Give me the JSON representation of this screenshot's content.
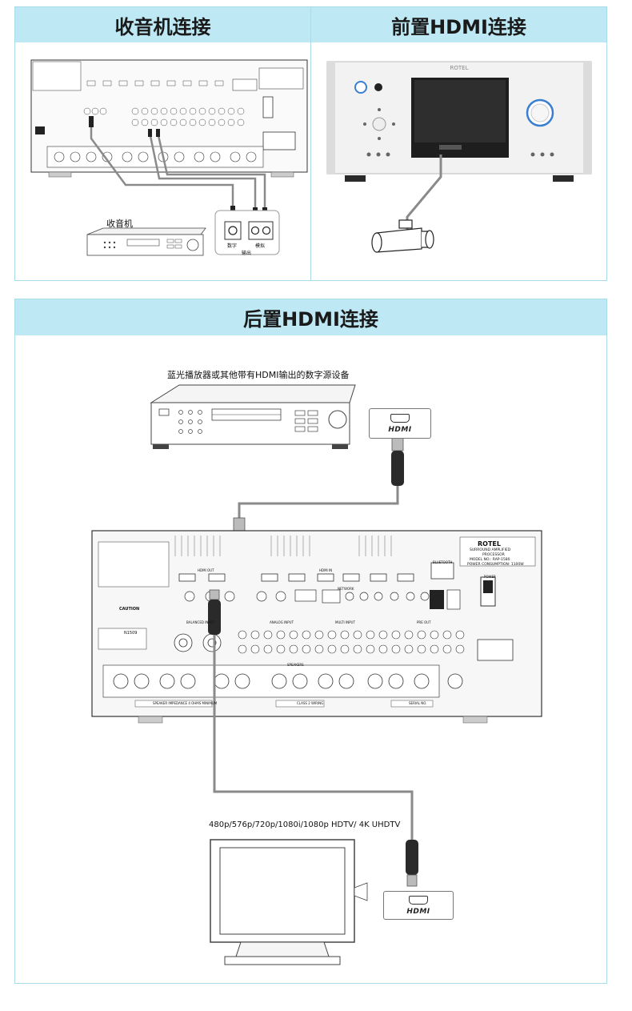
{
  "sections": {
    "radio": {
      "title": "收音机连接",
      "device_label": "收音机",
      "jack_labels": [
        "数字",
        "模拟",
        "输出"
      ]
    },
    "front_hdmi": {
      "title": "前置HDMI连接",
      "brand": "ROTEL"
    },
    "rear_hdmi": {
      "title": "后置HDMI连接",
      "source_label": "蓝光播放器或其他带有HDMI输出的数字源设备",
      "tv_label": "480p/576p/720p/1080i/1080p HDTV/ 4K UHDTV",
      "hdmi_text": "HDMI",
      "brand": "ROTEL",
      "rear_labels": [
        "HDMI OUT",
        "HDMI IN",
        "NETWORK",
        "BALANCED INPUT",
        "ANALOG INPUT",
        "MULTI INPUT",
        "PRE OUT",
        "SPEAKERS",
        "POWER",
        "BLUETOOTH",
        "CAUTION",
        "N1509",
        "CLASS 2 WIRING",
        "SERIAL NO."
      ],
      "rear_spec": [
        "SURROUND AMPLIFIED",
        "PROCESSOR",
        "MODEL NO.: RAP-1580",
        "POWER CONSUMPTION: 1100W"
      ],
      "speaker_impedance": "SPEAKER IMPEDANCE 4 OHMS MINIMUM"
    }
  },
  "icons": [
    "receiver-rear-icon",
    "radio-tuner-icon",
    "receiver-front-icon",
    "camcorder-icon",
    "bluray-player-icon",
    "hdmi-cable-icon",
    "tv-icon"
  ],
  "colors": {
    "header_bg": "#bde8f4",
    "border": "#a9dbe8",
    "cable": "#8a8a8a"
  }
}
